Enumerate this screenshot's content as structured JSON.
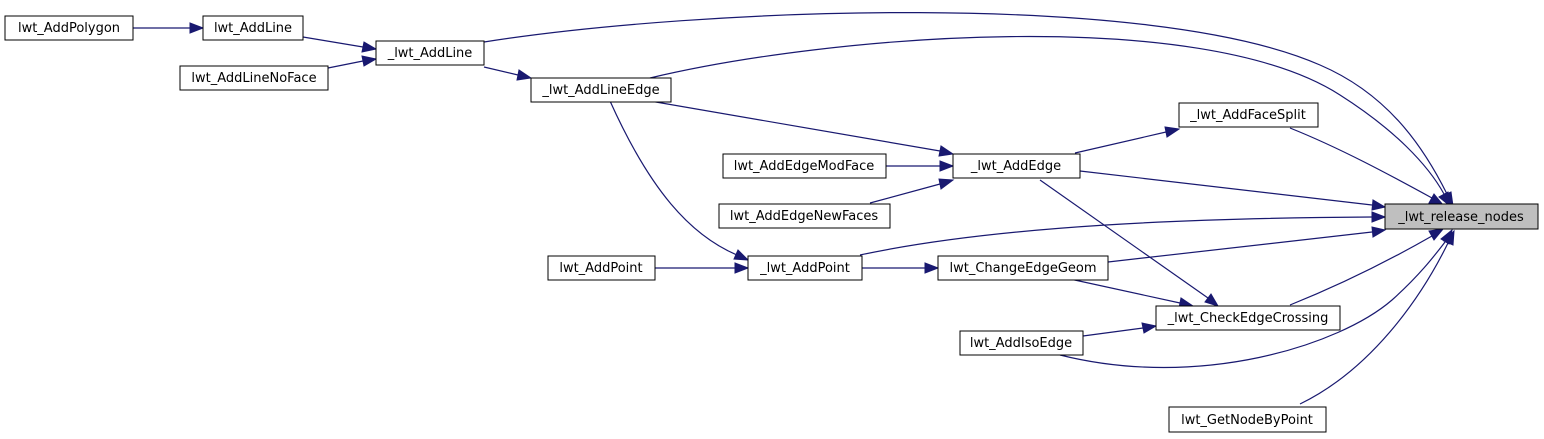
{
  "graph": {
    "title": "",
    "colors": {
      "edge": "#191970",
      "root_fill": "#bfbfbf",
      "node_fill": "#ffffff"
    },
    "nodes": {
      "lwt_AddPolygon": "lwt_AddPolygon",
      "lwt_AddLine": "lwt_AddLine",
      "lwt_AddLineNoFace": "lwt_AddLineNoFace",
      "_lwt_AddLine": "_lwt_AddLine",
      "_lwt_AddLineEdge": "_lwt_AddLineEdge",
      "_lwt_AddFaceSplit": "_lwt_AddFaceSplit",
      "lwt_AddEdgeModFace": "lwt_AddEdgeModFace",
      "_lwt_AddEdge": "_lwt_AddEdge",
      "lwt_AddEdgeNewFaces": "lwt_AddEdgeNewFaces",
      "_lwt_release_nodes": "_lwt_release_nodes",
      "lwt_AddPoint": "lwt_AddPoint",
      "_lwt_AddPoint": "_lwt_AddPoint",
      "lwt_ChangeEdgeGeom": "lwt_ChangeEdgeGeom",
      "_lwt_CheckEdgeCrossing": "_lwt_CheckEdgeCrossing",
      "lwt_AddIsoEdge": "lwt_AddIsoEdge",
      "lwt_GetNodeByPoint": "lwt_GetNodeByPoint"
    },
    "edges": [
      [
        "lwt_AddPolygon",
        "lwt_AddLine"
      ],
      [
        "lwt_AddLine",
        "_lwt_AddLine"
      ],
      [
        "lwt_AddLineNoFace",
        "_lwt_AddLine"
      ],
      [
        "_lwt_AddLine",
        "_lwt_AddLineEdge"
      ],
      [
        "_lwt_AddLine",
        "_lwt_release_nodes"
      ],
      [
        "_lwt_AddLineEdge",
        "_lwt_AddEdge"
      ],
      [
        "_lwt_AddLineEdge",
        "_lwt_AddPoint"
      ],
      [
        "_lwt_AddLineEdge",
        "_lwt_release_nodes"
      ],
      [
        "lwt_AddEdgeModFace",
        "_lwt_AddEdge"
      ],
      [
        "lwt_AddEdgeNewFaces",
        "_lwt_AddEdge"
      ],
      [
        "_lwt_AddEdge",
        "_lwt_AddFaceSplit"
      ],
      [
        "_lwt_AddEdge",
        "_lwt_CheckEdgeCrossing"
      ],
      [
        "_lwt_AddEdge",
        "_lwt_release_nodes"
      ],
      [
        "_lwt_AddFaceSplit",
        "_lwt_release_nodes"
      ],
      [
        "lwt_AddPoint",
        "_lwt_AddPoint"
      ],
      [
        "_lwt_AddPoint",
        "lwt_ChangeEdgeGeom"
      ],
      [
        "_lwt_AddPoint",
        "_lwt_release_nodes"
      ],
      [
        "lwt_ChangeEdgeGeom",
        "_lwt_CheckEdgeCrossing"
      ],
      [
        "lwt_ChangeEdgeGeom",
        "_lwt_release_nodes"
      ],
      [
        "lwt_AddIsoEdge",
        "_lwt_CheckEdgeCrossing"
      ],
      [
        "lwt_AddIsoEdge",
        "_lwt_release_nodes"
      ],
      [
        "_lwt_CheckEdgeCrossing",
        "_lwt_release_nodes"
      ],
      [
        "lwt_GetNodeByPoint",
        "_lwt_release_nodes"
      ]
    ]
  }
}
